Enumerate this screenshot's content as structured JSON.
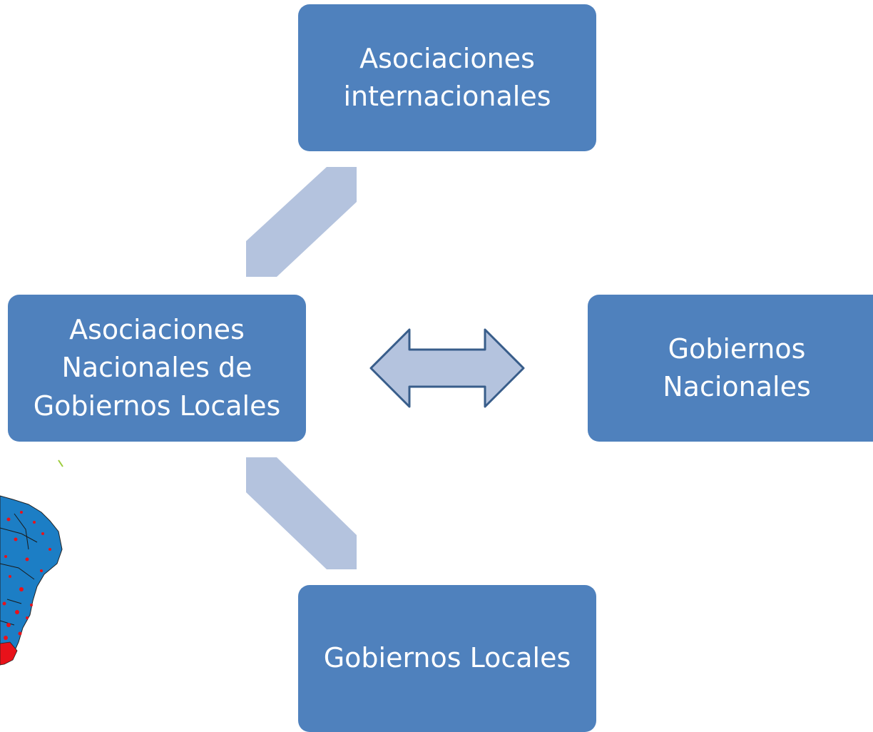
{
  "nodes": {
    "international_associations": "Asociaciones\ninternacionales",
    "national_associations": "Asociaciones\nNacionales de\nGobiernos Locales",
    "national_governments": "Gobiernos\nNacionales",
    "local_governments": "Gobiernos Locales"
  },
  "edges": [
    {
      "from": "national_associations",
      "to": "international_associations",
      "direction": "bidirectional"
    },
    {
      "from": "national_associations",
      "to": "national_governments",
      "direction": "bidirectional"
    },
    {
      "from": "national_associations",
      "to": "local_governments",
      "direction": "bidirectional"
    }
  ],
  "colors": {
    "box_fill": "#4f81bd",
    "box_text": "#ffffff",
    "arrow_light": "#b4c3de",
    "arrow_outline": "#385d8a",
    "map_land": "#1c7ec5",
    "map_points": "#e8121a"
  },
  "decoration": {
    "partial_map": "map-fragment"
  }
}
